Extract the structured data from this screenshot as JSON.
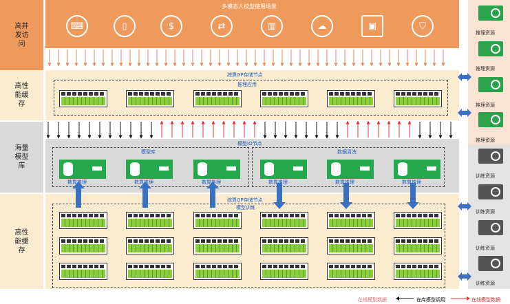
{
  "side_labels": {
    "concurrent": "高并发访问",
    "cache_top": "高性能缓存",
    "model_lib": "海量模型库",
    "cache_bottom": "高性能缓存"
  },
  "banner": {
    "title": "多模态人校型使用场景",
    "icons": [
      "person-desk-icon",
      "tablet-icon",
      "money-cycle-icon",
      "exchange-icon",
      "chart-icon",
      "laptop-cloud-icon",
      "browser-box-icon",
      "hand-shield-icon"
    ]
  },
  "top_band": {
    "title": "综算GP存储节点",
    "subtitle": "推理应用"
  },
  "storage_band": {
    "title": "模型IO节点",
    "left_group": "模型库",
    "right_group": "数据清洗",
    "card_label": "数算推理"
  },
  "bottom_band": {
    "title": "综算GP存储节点",
    "subtitle": "模型训练"
  },
  "right_panel": {
    "infer_label": "推理资源",
    "train_label": "训练资源"
  },
  "legend": {
    "online_data": "在线模型数据",
    "call": "在库模型调用",
    "offline_data": "在线模型数据"
  },
  "colors": {
    "orange": "#ef9a5d",
    "cream": "#fbecd0",
    "gray": "#d9d9d9",
    "blue_arrow": "#3a70c2",
    "green": "#2ea84e",
    "red": "#e03030"
  }
}
